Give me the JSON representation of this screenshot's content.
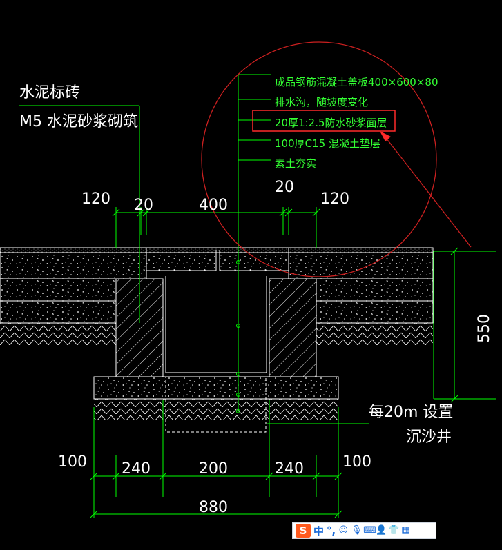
{
  "labels": {
    "brick": "水泥标砖",
    "mortar_masonry": "M5 水泥砂浆砌筑",
    "layer1": "成品钢筋混凝土盖板400×600×80",
    "layer2": "排水沟，随坡度变化",
    "layer3": "20厚1:2.5防水砂浆面层",
    "layer4": "100厚C15 混凝土垫层",
    "layer5": "素土夯实",
    "sediment_note_1": "每20m 设置",
    "sediment_note_2": "沉沙井"
  },
  "dimensions": {
    "top_120_left": "120",
    "top_20_left": "20",
    "top_400": "400",
    "top_20_right": "20",
    "top_120_right": "120",
    "height_550": "550",
    "bot_100_left": "100",
    "bot_240_left": "240",
    "bot_200": "200",
    "bot_240_right": "240",
    "bot_100_right": "100",
    "total_880": "880"
  },
  "ime": {
    "logo": "S",
    "mode": "中",
    "punct": "°,",
    "icons": [
      "smile-icon",
      "mic-icon",
      "keyboard-icon",
      "user-icon",
      "shirt-icon",
      "grid-icon"
    ]
  },
  "colors": {
    "background": "#000000",
    "dimension_line": "#00ff00",
    "annotation_text": "#33ff33",
    "outline": "#ffffff",
    "highlight_box": "#ff2a2a",
    "callout_circle": "#cc2020"
  }
}
